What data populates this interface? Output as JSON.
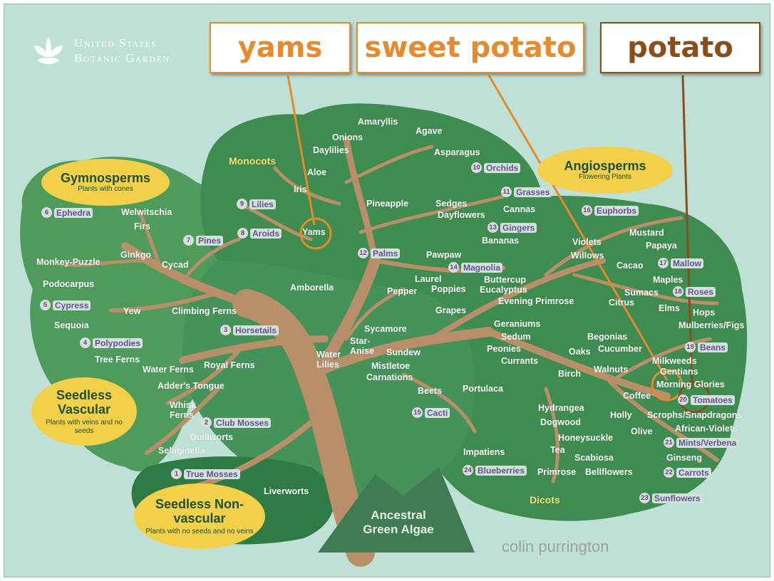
{
  "logo": {
    "line1": "United States",
    "line2": "Botanic Garden"
  },
  "callouts": {
    "yams": "yams",
    "sweet_potato": "sweet potato",
    "potato": "potato"
  },
  "groups": {
    "gymnosperms": {
      "title": "Gymnosperms",
      "subtitle": "Plants with cones"
    },
    "angiosperms": {
      "title": "Angiosperms",
      "subtitle": "Flowering Plants"
    },
    "seedless_vascular": {
      "title": "Seedless Vascular",
      "subtitle": "Plants with veins and no seeds"
    },
    "seedless_nonvascular": {
      "title": "Seedless Non-vascular",
      "subtitle": "Plants with no seeds and no veins"
    }
  },
  "section_labels": {
    "monocots": "Monocots",
    "dicots": "Dicots"
  },
  "root": "Ancestral Green Algae",
  "credit": "colin purrington",
  "numbered": [
    {
      "n": "1",
      "name": "True Mosses"
    },
    {
      "n": "2",
      "name": "Club Mosses"
    },
    {
      "n": "3",
      "name": "Horsetails"
    },
    {
      "n": "4",
      "name": "Polypodies"
    },
    {
      "n": "5",
      "name": "Cypress"
    },
    {
      "n": "6",
      "name": "Ephedra"
    },
    {
      "n": "7",
      "name": "Pines"
    },
    {
      "n": "8",
      "name": "Aroids"
    },
    {
      "n": "9",
      "name": "Lilies"
    },
    {
      "n": "10",
      "name": "Orchids"
    },
    {
      "n": "11",
      "name": "Grasses"
    },
    {
      "n": "12",
      "name": "Palms"
    },
    {
      "n": "13",
      "name": "Gingers"
    },
    {
      "n": "14",
      "name": "Magnolia"
    },
    {
      "n": "15",
      "name": "Cacti"
    },
    {
      "n": "16",
      "name": "Euphorbs"
    },
    {
      "n": "17",
      "name": "Mallow"
    },
    {
      "n": "18",
      "name": "Roses"
    },
    {
      "n": "19",
      "name": "Beans"
    },
    {
      "n": "20",
      "name": "Tomatoes"
    },
    {
      "n": "21",
      "name": "Mints/Verbena"
    },
    {
      "n": "22",
      "name": "Carrots"
    },
    {
      "n": "23",
      "name": "Sunflowers"
    },
    {
      "n": "24",
      "name": "Blueberries"
    }
  ],
  "plants": [
    "Amaryllis",
    "Onions",
    "Agave",
    "Daylilies",
    "Asparagus",
    "Aloe",
    "Iris",
    "Yams",
    "Pineapple",
    "Sedges",
    "Dayflowers",
    "Cannas",
    "Bananas",
    "Pawpaw",
    "Laurel",
    "Pepper",
    "Poppies",
    "Buttercup",
    "Eucalyptus",
    "Grapes",
    "Amborella",
    "Welwitschia",
    "Firs",
    "Ginkgo",
    "Cycad",
    "Monkey-Puzzle",
    "Podocarpus",
    "Yew",
    "Sequoia",
    "Climbing Ferns",
    "Tree Ferns",
    "Water Ferns",
    "Royal Ferns",
    "Adder's Tongue",
    "Whisk Ferns",
    "Quillworts",
    "Selaginella",
    "Liverworts",
    "Sycamore",
    "Star-Anise",
    "Water Lilies",
    "Sundew",
    "Mistletoe",
    "Carnations",
    "Beets",
    "Portulaca",
    "Geraniums",
    "Sedum",
    "Peonies",
    "Currants",
    "Evening Primrose",
    "Violets",
    "Willows",
    "Mustard",
    "Papaya",
    "Cacao",
    "Maples",
    "Sumacs",
    "Citrus",
    "Elms",
    "Hops",
    "Mulberries/Figs",
    "Begonias",
    "Cucumber",
    "Oaks",
    "Walnuts",
    "Birch",
    "Milkweeds",
    "Gentians",
    "Morning Glories",
    "Coffee",
    "Holly",
    "Scrophs/Snapdragons",
    "African-Violets",
    "Olive",
    "Ginseng",
    "Hydrangea",
    "Dogwood",
    "Honeysuckle",
    "Tea",
    "Scabiosa",
    "Impatiens",
    "Primrose",
    "Bellflowers"
  ],
  "colors": {
    "background": "#bfe0d7",
    "foliage": "#3c8f55",
    "trunk": "#b98f6a",
    "oval": "#f3d049",
    "orange": "#e68a2e",
    "brown": "#8a4d1c"
  }
}
